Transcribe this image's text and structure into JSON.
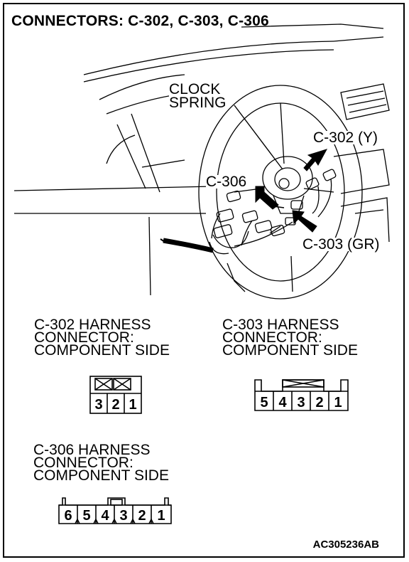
{
  "title": "CONNECTORS: C-302, C-303, C-306",
  "labels": {
    "clock_spring_1": "CLOCK",
    "clock_spring_2": "SPRING",
    "c302": "C-302 (Y)",
    "c306": "C-306",
    "c303": "C-303 (GR)"
  },
  "connectors": [
    {
      "id": "c302",
      "heading": [
        "C-302 HARNESS",
        "CONNECTOR:",
        "COMPONENT SIDE"
      ],
      "pins": [
        "3",
        "2",
        "1"
      ]
    },
    {
      "id": "c303",
      "heading": [
        "C-303 HARNESS",
        "CONNECTOR:",
        "COMPONENT SIDE"
      ],
      "pins": [
        "5",
        "4",
        "3",
        "2",
        "1"
      ]
    },
    {
      "id": "c306",
      "heading": [
        "C-306 HARNESS",
        "CONNECTOR:",
        "COMPONENT SIDE"
      ],
      "pins": [
        "6",
        "5",
        "4",
        "3",
        "2",
        "1"
      ]
    }
  ],
  "figure_code": "AC305236AB"
}
